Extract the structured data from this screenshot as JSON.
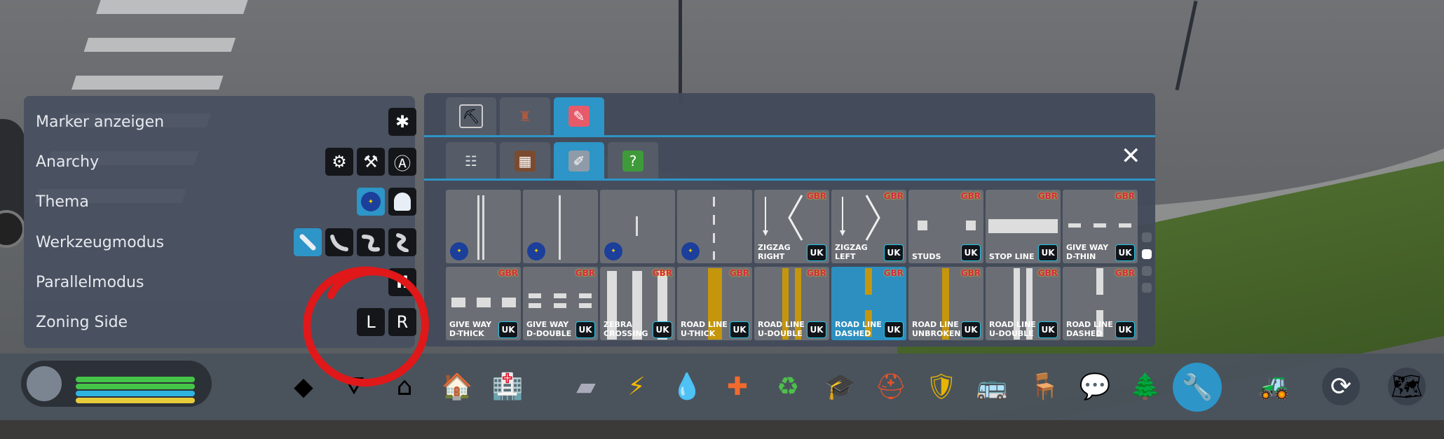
{
  "settings": {
    "rows": [
      {
        "label": "Marker anzeigen"
      },
      {
        "label": "Anarchy"
      },
      {
        "label": "Thema"
      },
      {
        "label": "Werkzeugmodus"
      },
      {
        "label": "Parallelmodus"
      },
      {
        "label": "Zoning Side"
      }
    ],
    "marker_icon": "✱",
    "anarchy_icons": [
      "⚙",
      "⚒",
      "Ⓐ"
    ],
    "theme_icons": [
      "eu-flag-icon",
      "ghost-icon"
    ],
    "tool_modes": [
      "straight-road-icon",
      "curve-road-icon",
      "s-curve-road-icon",
      "complex-curve-road-icon"
    ],
    "parallel_label": "II",
    "zoning_left": "L",
    "zoning_right": "R"
  },
  "tool_panel": {
    "close_label": "✕",
    "top_tabs": [
      "shovel-icon",
      "stamp-icon",
      "road-marking-icon"
    ],
    "sub_tabs": [
      "ladder-icon",
      "fence-icon",
      "lane-marking-icon",
      "grass-decal-icon"
    ],
    "row1": [
      {
        "label": "",
        "badge": "eu",
        "gbr": ""
      },
      {
        "label": "",
        "badge": "eu",
        "gbr": ""
      },
      {
        "label": "",
        "badge": "eu",
        "gbr": ""
      },
      {
        "label": "",
        "badge": "eu",
        "gbr": ""
      },
      {
        "label": "ZIGZAG\nRIGHT",
        "badge": "UK",
        "gbr": "GBR"
      },
      {
        "label": "ZIGZAG\nLEFT",
        "badge": "UK",
        "gbr": "GBR"
      },
      {
        "label": "STUDS",
        "badge": "UK",
        "gbr": "GBR"
      },
      {
        "label": "STOP LINE",
        "badge": "UK",
        "gbr": "GBR"
      },
      {
        "label": "GIVE WAY\nD-THIN",
        "badge": "UK",
        "gbr": "GBR"
      }
    ],
    "row2": [
      {
        "label": "GIVE WAY\nD-THICK",
        "badge": "UK",
        "gbr": "GBR"
      },
      {
        "label": "GIVE WAY\nD-DOUBLE",
        "badge": "UK",
        "gbr": "GBR"
      },
      {
        "label": "ZEBRA\nCROSSING",
        "badge": "UK",
        "gbr": "GBR"
      },
      {
        "label": "ROAD LINE\nU-THICK",
        "badge": "UK",
        "gbr": "GBR"
      },
      {
        "label": "ROAD LINE\nU-DOUBLE",
        "badge": "UK",
        "gbr": "GBR"
      },
      {
        "label": "ROAD LINE\nDASHED",
        "badge": "UK",
        "gbr": "GBR"
      },
      {
        "label": "ROAD LINE\nUNBROKEN",
        "badge": "UK",
        "gbr": "GBR"
      },
      {
        "label": "ROAD LINE\nU-DOUBLE",
        "badge": "UK",
        "gbr": "GBR"
      },
      {
        "label": "ROAD LINE\nDASHED",
        "badge": "UK",
        "gbr": "GBR"
      }
    ],
    "page_dots": 4,
    "active_page": 2
  },
  "toolbar": {
    "icons": [
      "zoning-icon",
      "roads-icon",
      "landscaping-icon",
      "residential-icon",
      "hospital-icon",
      "transport-road-icon",
      "electricity-icon",
      "water-icon",
      "health-icon",
      "recycling-icon",
      "education-icon",
      "fire-icon",
      "police-icon",
      "bus-icon",
      "park-icon",
      "chat-icon",
      "trees-icon",
      "landscaping-shovel-icon",
      "bulldozer-icon",
      "upgrade-icon",
      "map-icon"
    ],
    "glyphs": [
      "◆",
      "⛛",
      "⌂",
      "🏠",
      "🏥",
      "▰",
      "⚡",
      "💧",
      "✚",
      "♻",
      "🎓",
      "⛑",
      "🛡",
      "🚌",
      "🪑",
      "💬",
      "🌲",
      "🔧",
      "🚜",
      "⟳",
      "🗺"
    ],
    "selected_index": 17
  }
}
